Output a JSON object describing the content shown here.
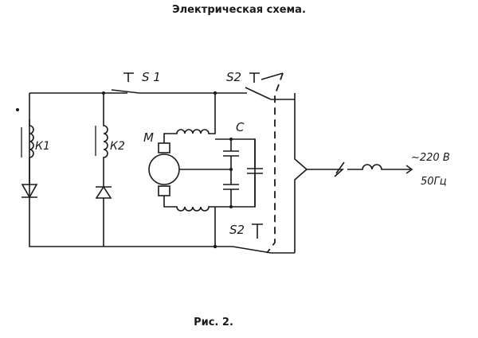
{
  "title": "Электрическая схема.",
  "caption": "Рис. 2.",
  "labels": {
    "switch_s1": "S 1",
    "switch_s2_top": "S2",
    "switch_s2_bottom": "S2",
    "relay_k1": "К1",
    "relay_k2": "К2",
    "motor": "М",
    "capacitor": "С",
    "voltage": "~220 В",
    "frequency": "50Гц"
  }
}
